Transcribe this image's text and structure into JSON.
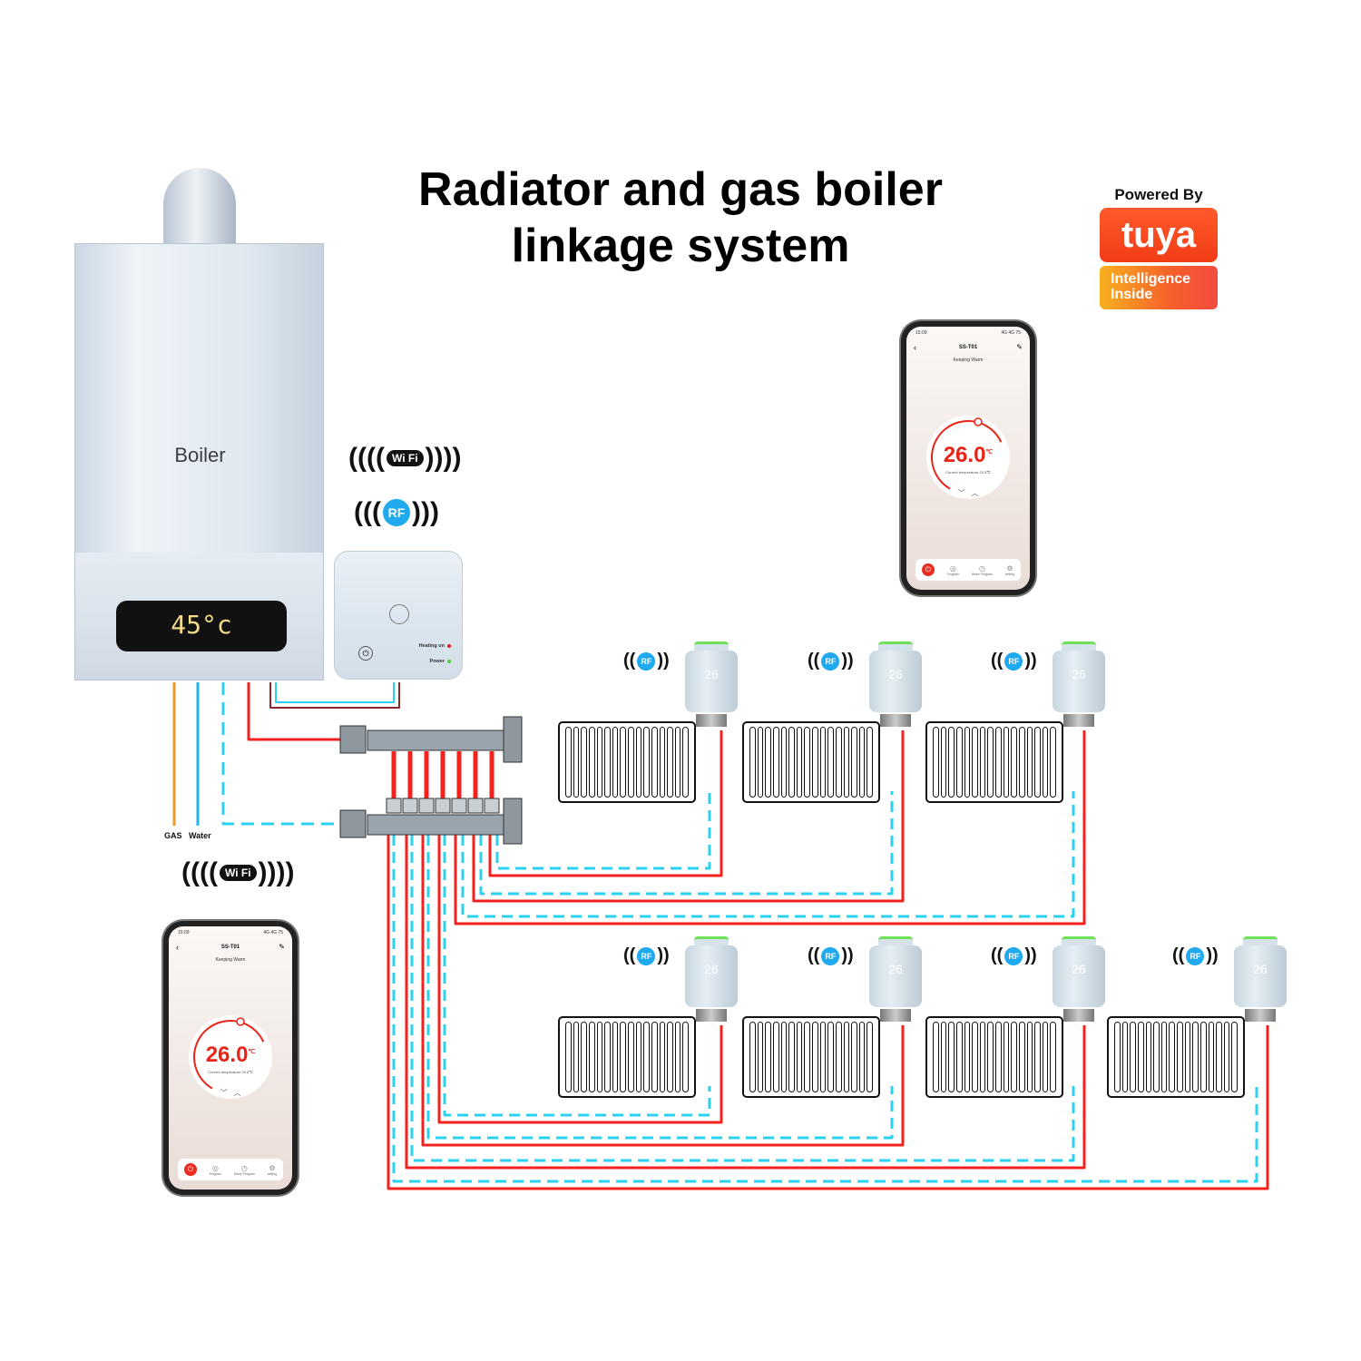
{
  "title": "Radiator and gas boiler linkage system",
  "tuya": {
    "powered_by": "Powered By",
    "brand": "tuya",
    "tagline_1": "Intelligence",
    "tagline_2": "Inside"
  },
  "boiler": {
    "label": "Boiler",
    "display_temp": "45°c"
  },
  "receiver": {
    "heating_on_label": "Heating on",
    "power_label": "Power",
    "power_symbol": "⏻"
  },
  "signals": {
    "wifi": "Wi Fi",
    "rf": "RF",
    "wave_left": "((((",
    "wave_right": "))))"
  },
  "pipe_labels": {
    "gas": "GAS",
    "water": "Water"
  },
  "colors": {
    "supply": "#f5211e",
    "return": "#2ad2ef",
    "gas": "#f5962a",
    "water": "#1fb6ef"
  },
  "phone": {
    "time": "15:09",
    "status": "4G 4G 75",
    "device": "SS-T01",
    "mode": "Keeping Warm",
    "set_temp": "26.0",
    "unit": "℃",
    "current_temp": "Current temperature 25.5℃",
    "down": "﹀",
    "up": "︿",
    "tabs": [
      {
        "icon": "⏻",
        "label": ""
      },
      {
        "icon": "◎",
        "label": "Program"
      },
      {
        "icon": "◷",
        "label": "Week Program"
      },
      {
        "icon": "⚙",
        "label": "setting"
      }
    ]
  },
  "valve_display": "26",
  "radiators": {
    "top_row_count": 3,
    "bottom_row_count": 4
  }
}
